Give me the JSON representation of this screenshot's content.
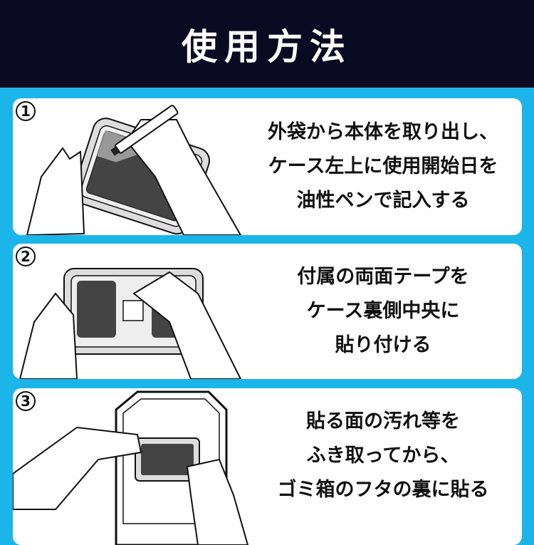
{
  "title": "使用方法",
  "steps": [
    {
      "number": "1",
      "lines": [
        "外袋から本体を取り出し、",
        "ケース左上に使用開始日を",
        "油性ペンで記入する"
      ]
    },
    {
      "number": "2",
      "lines": [
        "付属の両面テープを",
        "ケース裏側中央に",
        "貼り付ける"
      ]
    },
    {
      "number": "3",
      "lines": [
        "貼る面の汚れ等を",
        "ふき取ってから、",
        "ゴミ箱のフタの裏に貼る"
      ]
    }
  ],
  "colors": {
    "header": "#0a0a22",
    "background": "#1bb5e9"
  }
}
